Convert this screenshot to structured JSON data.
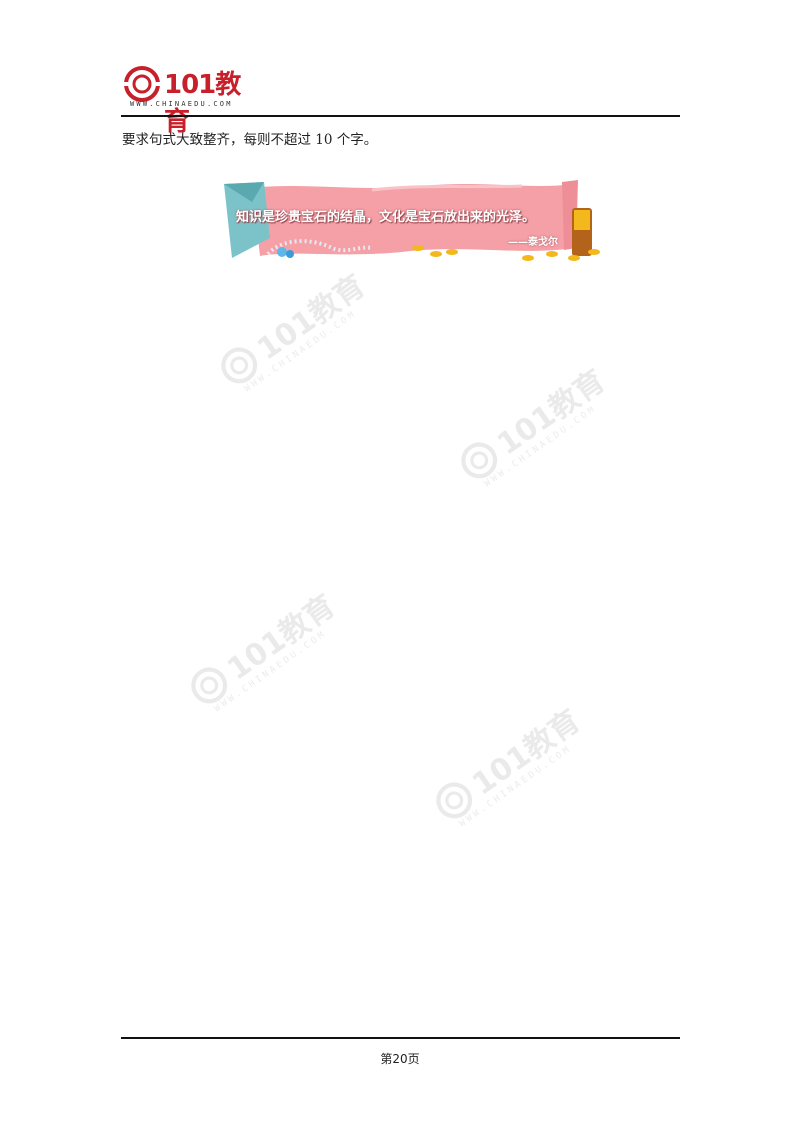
{
  "header": {
    "logo_text": "101",
    "logo_text_cn": "教育",
    "logo_url": "WWW.CHINAEDU.COM"
  },
  "body": {
    "instruction": "要求句式大致整齐，每则不超过 10 个字。"
  },
  "banner": {
    "quote": "知识是珍贵宝石的结晶，文化是宝石放出来的光泽。",
    "author": "——泰戈尔"
  },
  "watermark": {
    "text": "101教育",
    "url": "WWW.CHINAEDU.COM"
  },
  "footer": {
    "page_number": "第20页"
  },
  "colors": {
    "brand_red": "#c8202a",
    "banner_pink": "#f4a0a6",
    "banner_teal": "#7cc3c9",
    "coin_gold": "#f2b81c"
  }
}
